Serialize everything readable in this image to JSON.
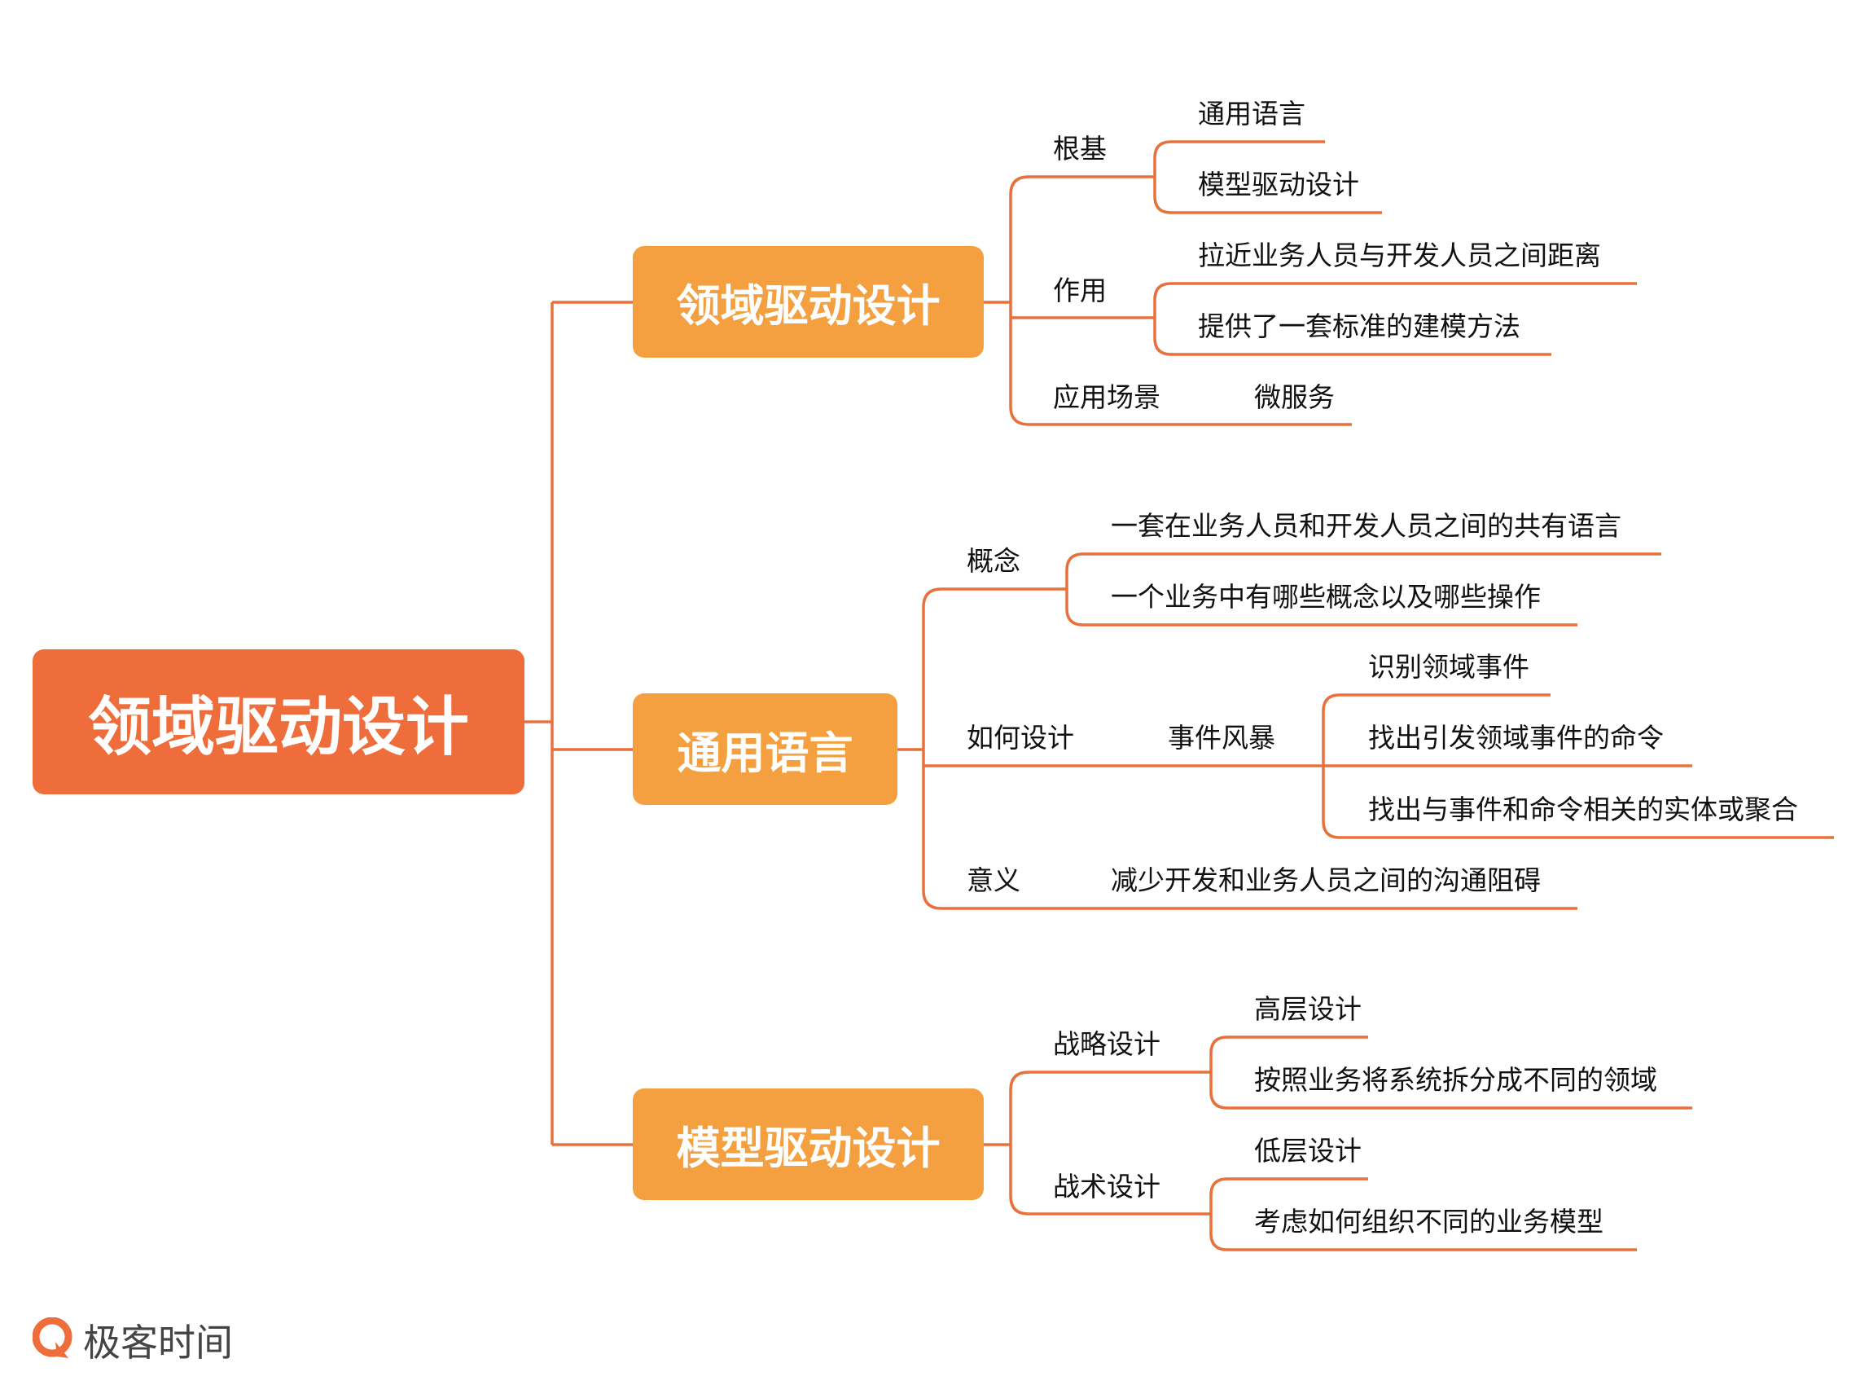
{
  "colors": {
    "root_fill": "#ef6d3b",
    "branch_fill": "#f4a040",
    "connector": "#e8703b",
    "underline": "#f08a45"
  },
  "root": {
    "label": "领域驱动设计"
  },
  "branches": [
    {
      "label": "领域驱动设计",
      "children": [
        {
          "label": "根基",
          "children": [
            "通用语言",
            "模型驱动设计"
          ]
        },
        {
          "label": "作用",
          "children": [
            "拉近业务人员与开发人员之间距离",
            "提供了一套标准的建模方法"
          ]
        },
        {
          "label": "应用场景",
          "children": [
            "微服务"
          ]
        }
      ]
    },
    {
      "label": "通用语言",
      "children": [
        {
          "label": "概念",
          "children": [
            "一套在业务人员和开发人员之间的共有语言",
            "一个业务中有哪些概念以及哪些操作"
          ]
        },
        {
          "label": "如何设计",
          "sub": "事件风暴",
          "children": [
            "识别领域事件",
            "找出引发领域事件的命令",
            "找出与事件和命令相关的实体或聚合"
          ]
        },
        {
          "label": "意义",
          "children": [
            "减少开发和业务人员之间的沟通阻碍"
          ]
        }
      ]
    },
    {
      "label": "模型驱动设计",
      "children": [
        {
          "label": "战略设计",
          "children": [
            "高层设计",
            "按照业务将系统拆分成不同的领域"
          ]
        },
        {
          "label": "战术设计",
          "children": [
            "低层设计",
            "考虑如何组织不同的业务模型"
          ]
        }
      ]
    }
  ],
  "brand": {
    "name": "极客时间",
    "logo_icon": "geektime-logo-icon"
  }
}
